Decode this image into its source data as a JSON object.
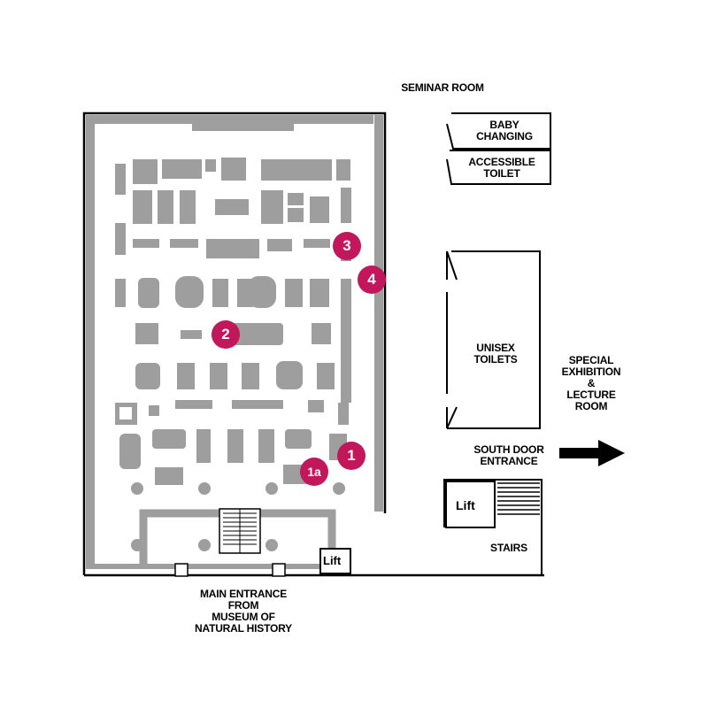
{
  "labels": {
    "seminar_room": "SEMINAR ROOM",
    "baby_changing": [
      "BABY",
      "CHANGING"
    ],
    "accessible_toilet": [
      "ACCESSIBLE",
      "TOILET"
    ],
    "unisex_toilets": [
      "UNISEX",
      "TOILETS"
    ],
    "special_exhibition": [
      "SPECIAL",
      "EXHIBITION",
      "&",
      "LECTURE",
      "ROOM"
    ],
    "south_door": [
      "SOUTH DOOR",
      "ENTRANCE"
    ],
    "stairs": "STAIRS",
    "lift_right": "Lift",
    "lift_main": "Lift",
    "main_entrance": [
      "MAIN ENTRANCE",
      "FROM",
      "MUSEUM OF",
      "NATURAL HISTORY"
    ]
  },
  "markers": [
    "1",
    "1a",
    "2",
    "3",
    "4"
  ],
  "colors": {
    "marker": "#c2185b",
    "wall": "#9e9e9e",
    "outline": "#000000",
    "background": "#ffffff"
  },
  "icons": {
    "direction_arrow": "arrow-right-icon"
  }
}
